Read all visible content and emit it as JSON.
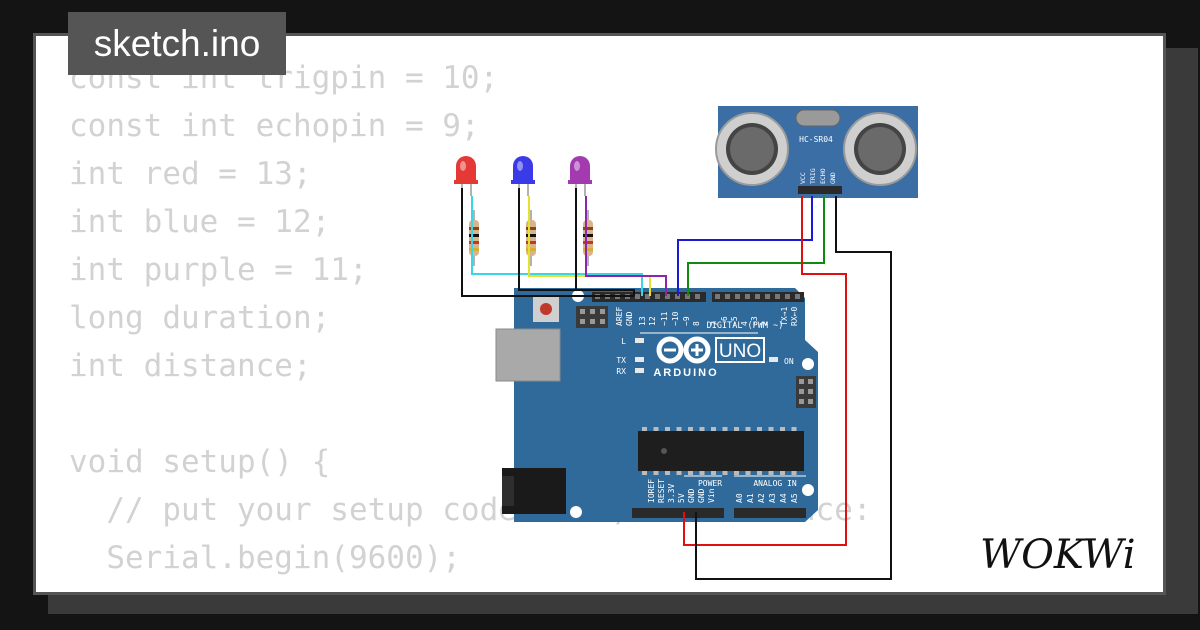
{
  "tab": {
    "filename": "sketch.ino"
  },
  "code_lines": [
    "const int trigpin = 10;",
    "const int echopin = 9;",
    "int red = 13;",
    "int blue = 12;",
    "int purple = 11;",
    "long duration;",
    "int distance;",
    "",
    "void setup() {",
    "  // put your setup code here, to run once:",
    "  Serial.begin(9600);"
  ],
  "sensor": {
    "model": "HC-SR04",
    "pins": [
      "VCC",
      "TRIG",
      "ECHO",
      "GND"
    ]
  },
  "arduino": {
    "brand": "ARDUINO",
    "model": "UNO",
    "on_label": "ON",
    "led_labels": [
      "L",
      "TX",
      "RX"
    ],
    "digital_label": "DIGITAL (PWM ~)",
    "digital_pins": [
      "AREF",
      "GND",
      "13",
      "12",
      "~11",
      "~10",
      "~9",
      "8",
      "7",
      "~6",
      "~5",
      "4",
      "~3",
      "2",
      "TX→1",
      "RX←0"
    ],
    "power_label": "POWER",
    "power_pins": [
      "IOREF",
      "RESET",
      "3.3V",
      "5V",
      "GND",
      "GND",
      "Vin"
    ],
    "analog_label": "ANALOG IN",
    "analog_pins": [
      "A0",
      "A1",
      "A2",
      "A3",
      "A4",
      "A5"
    ]
  },
  "leds": [
    {
      "color": "red",
      "hex": "#e53935"
    },
    {
      "color": "blue",
      "hex": "#3a3ae8"
    },
    {
      "color": "purple",
      "hex": "#a33ab0"
    }
  ],
  "wire_colors": {
    "cyan": "#39d7e6",
    "yellow": "#e6e02e",
    "purple": "#8e24aa",
    "blue": "#1a1ad6",
    "green": "#118a11",
    "red": "#e01010",
    "black": "#111111"
  },
  "brand": {
    "logo_text": "WOKWi"
  },
  "colors": {
    "board": "#2f6a9b",
    "sensor_board": "#3a6ea5",
    "tab": "#555555",
    "code_text": "#d2d2d2",
    "background": "#141414"
  }
}
